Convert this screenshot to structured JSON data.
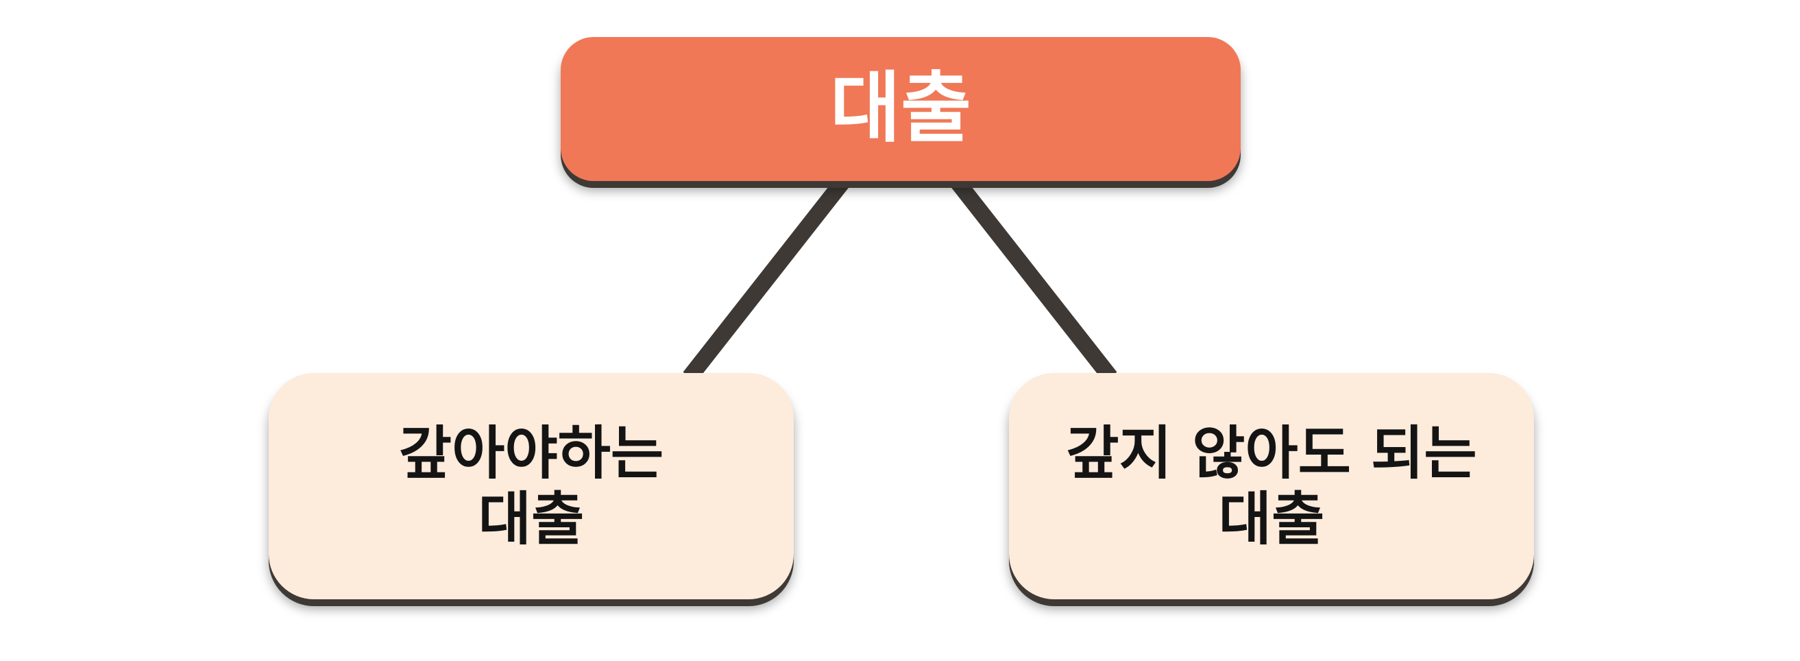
{
  "colors": {
    "root_fill": "#f07856",
    "root_text": "#ffffff",
    "child_fill": "#fdebdc",
    "child_text": "#141414",
    "connector": "#3e3935"
  },
  "root": {
    "label": "대출"
  },
  "children": [
    {
      "label": "갚아야하는\n대출"
    },
    {
      "label": "갚지 않아도 되는\n대출"
    }
  ]
}
